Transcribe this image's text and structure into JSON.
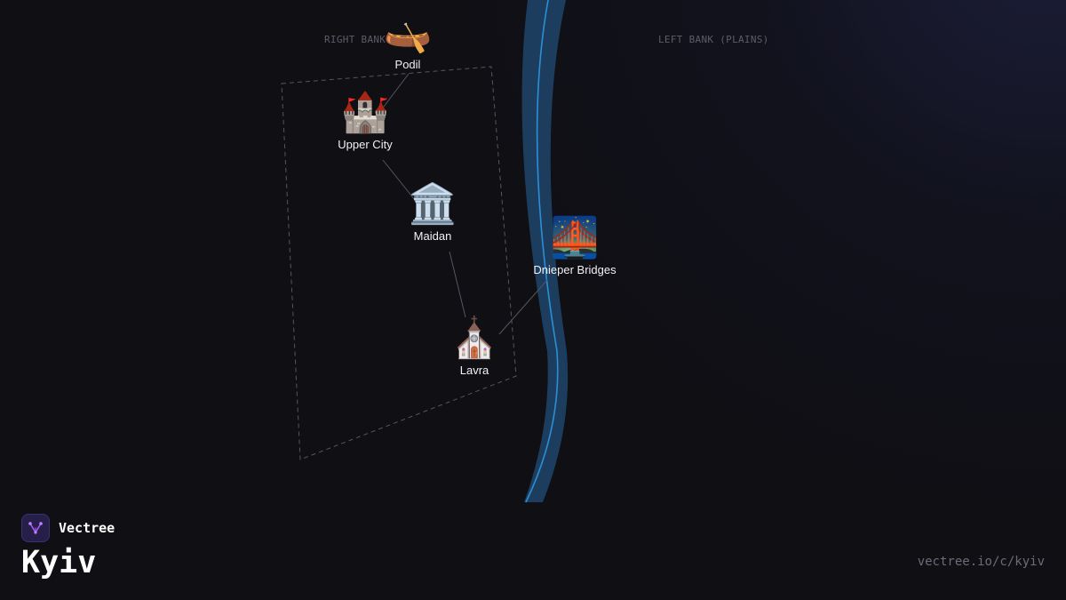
{
  "map": {
    "bank_labels": {
      "right": "RIGHT BANK",
      "left": "LEFT BANK (PLAINS)"
    },
    "places": [
      {
        "id": "podil",
        "label": "Podil",
        "icon": "canoe-icon",
        "glyph": "🛶"
      },
      {
        "id": "upper-city",
        "label": "Upper City",
        "icon": "castle-icon",
        "glyph": "🏰"
      },
      {
        "id": "maidan",
        "label": "Maidan",
        "icon": "classical-building-icon",
        "glyph": "🏛️"
      },
      {
        "id": "dnieper-bridges",
        "label": "Dnieper Bridges",
        "icon": "bridge-at-night-icon",
        "glyph": "🌉"
      },
      {
        "id": "lavra",
        "label": "Lavra",
        "icon": "church-icon",
        "glyph": "⛪"
      }
    ],
    "river_color": "#1d3d5e",
    "river_line_color": "#2b8fd6"
  },
  "footer": {
    "brand_name": "Vectree",
    "logo_icon": "vectree-logo-icon",
    "city": "Kyiv",
    "url": "vectree.io/c/kyiv"
  },
  "colors": {
    "background": "#0f0f14",
    "logo_bg": "#251f4a",
    "logo_accent": "#a855f7"
  }
}
